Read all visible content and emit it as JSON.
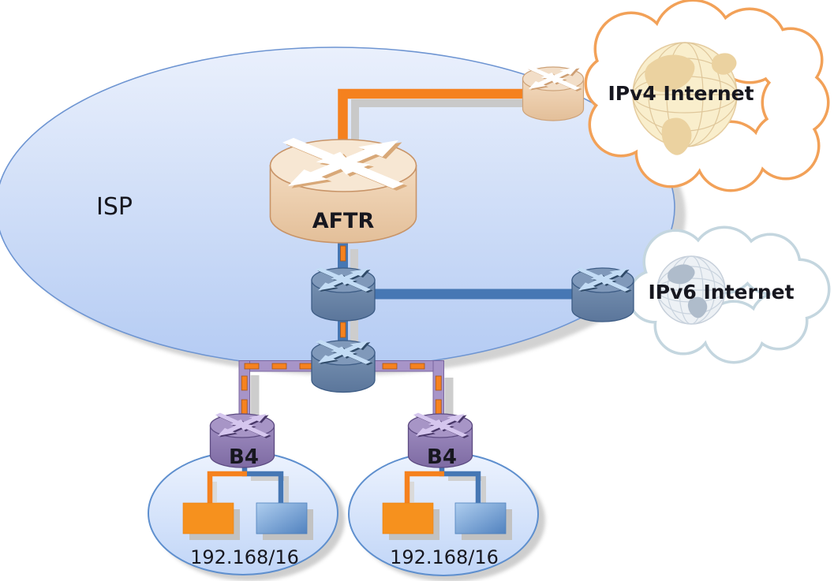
{
  "diagram": {
    "isp": {
      "label": "ISP"
    },
    "aftr": {
      "label": "AFTR"
    },
    "ipv4_internet": {
      "label": "IPv4 Internet"
    },
    "ipv6_internet": {
      "label": "IPv6 Internet"
    },
    "core_routers": [
      {
        "name": "ipv6-core-router-upper"
      },
      {
        "name": "ipv6-core-router-lower"
      }
    ],
    "edge_routers": [
      {
        "name": "ipv4-internet-edge-router"
      },
      {
        "name": "ipv6-internet-edge-router"
      }
    ],
    "sites": [
      {
        "b4_label": "B4",
        "subnet_label": "192.168/16",
        "hosts": [
          "ipv4-host-box-orange",
          "ipv6-host-box-blue"
        ]
      },
      {
        "b4_label": "B4",
        "subnet_label": "192.168/16",
        "hosts": [
          "ipv4-host-box-orange",
          "ipv6-host-box-blue"
        ]
      }
    ],
    "links": {
      "ipv4_color": "#F5811E",
      "ipv6_color": "#4677B4",
      "softwire_tunnel_color": "#A794C8",
      "shadow_color": "#CDCDCD"
    },
    "colors": {
      "isp_fill_top": "#E7EEFB",
      "isp_fill_bottom": "#B6CCF3",
      "isp_stroke": "#6E95D2",
      "site_stroke": "#5E8FCE",
      "ipv4_cloud_stroke": "#F2A158",
      "ipv6_cloud_stroke": "#C4D6DF",
      "aftr_router_body": "#EECFAC",
      "core_router_body": "#7690B0",
      "b4_router_body": "#9A88BC",
      "host_orange": "#F6911E",
      "host_blue": "#5586C2"
    },
    "icons": [
      "router-icon",
      "cloud-icon",
      "globe-icon",
      "tunnel-pipe",
      "host-box"
    ]
  }
}
